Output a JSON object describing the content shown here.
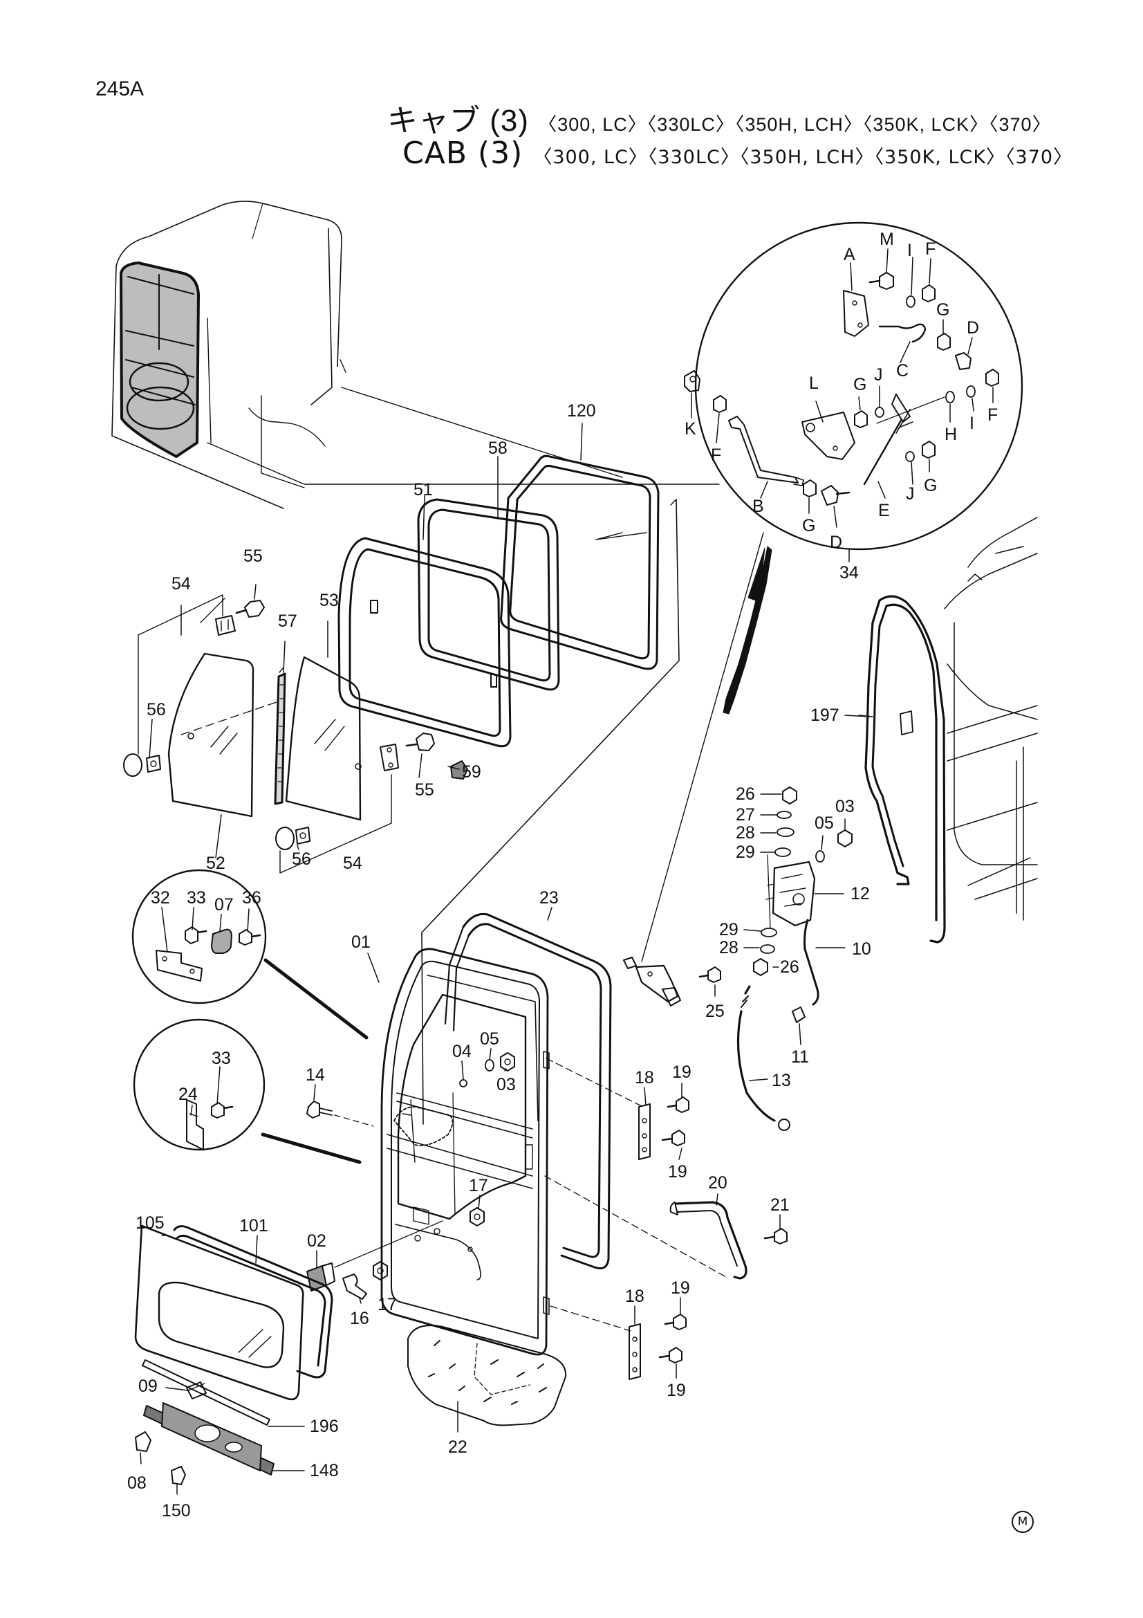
{
  "page_number": "245A",
  "title_jp": {
    "name": "キャブ (3)",
    "models": "〈300, LC〉〈330LC〉〈350H, LCH〉〈350K, LCK〉〈370〉"
  },
  "title_en": {
    "name": "CAB (3)",
    "models": "〈300, LC〉〈330LC〉〈350H, LCH〉〈350K, LCK〉〈370〉"
  },
  "mark": "M",
  "callouts": {
    "c120": "120",
    "c58": "58",
    "c51": "51",
    "c55a": "55",
    "c54a": "54",
    "c57": "57",
    "c53": "53",
    "c56a": "56",
    "c52": "52",
    "c56b": "56",
    "c54b": "54",
    "c55b": "55",
    "c59": "59",
    "c01": "01",
    "c23": "23",
    "c32": "32",
    "c33a": "33",
    "c07": "07",
    "c36": "36",
    "c24": "24",
    "c33b": "33",
    "c14": "14",
    "c04": "04",
    "c05a": "05",
    "c03a": "03",
    "c17a": "17",
    "c17b": "17",
    "c16": "16",
    "c02": "02",
    "c105": "105",
    "c101": "101",
    "c09": "09",
    "c196": "196",
    "c148": "148",
    "c08": "08",
    "c150": "150",
    "c22": "22",
    "c18a": "18",
    "c19a": "19",
    "c19b": "19",
    "c18b": "18",
    "c19c": "19",
    "c19d": "19",
    "c20": "20",
    "c21": "21",
    "c25": "25",
    "c13": "13",
    "c11": "11",
    "c10": "10",
    "c26a": "26",
    "c27": "27",
    "c28a": "28",
    "c29a": "29",
    "c05b": "05",
    "c03b": "03",
    "c12": "12",
    "c29b": "29",
    "c28b": "28",
    "c26b": "26",
    "c197": "197",
    "c34": "34",
    "lA": "A",
    "lM": "M",
    "lI1": "I",
    "lF1": "F",
    "lG1": "G",
    "lD1": "D",
    "lC": "C",
    "lL": "L",
    "lG2": "G",
    "lJ1": "J",
    "lK": "K",
    "lF2": "F",
    "lH": "H",
    "lI2": "I",
    "lF3": "F",
    "lB": "B",
    "lG3": "G",
    "lD2": "D",
    "lE": "E",
    "lJ2": "J",
    "lG4": "G"
  }
}
